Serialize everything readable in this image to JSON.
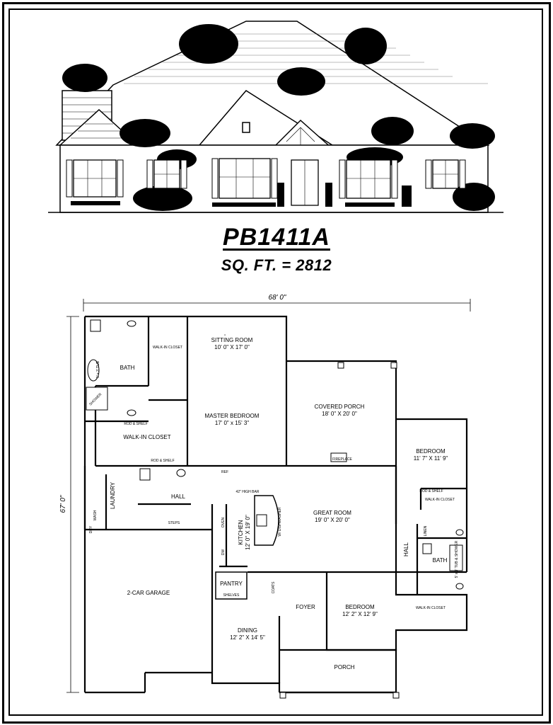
{
  "plan": {
    "name": "PB1411A",
    "sqft": "SQ. FT. = 2812",
    "width_dimension": "68' 0\"",
    "depth_dimension": "67' 0\""
  },
  "rooms": {
    "sitting_room": {
      "name": "SITTING ROOM",
      "size": "10' 0\" X 17' 0\""
    },
    "master_bedroom": {
      "name": "MASTER BEDROOM",
      "size": "17' 0\" x 15' 3\""
    },
    "covered_porch": {
      "name": "COVERED PORCH",
      "size": "18' 0\" X 20' 0\""
    },
    "bedroom_upper": {
      "name": "BEDROOM",
      "size": "11' 7\" X 11' 9\""
    },
    "great_room": {
      "name": "GREAT ROOM",
      "size": "19' 0\" X 20' 0\""
    },
    "kitchen": {
      "name": "KITCHEN",
      "size": "12' 0\" X 19' 0\""
    },
    "garage": {
      "name": "2-CAR GARAGE"
    },
    "dining": {
      "name": "DINING",
      "size": "12' 2\" X 14' 5\""
    },
    "foyer": {
      "name": "FOYER"
    },
    "bedroom_lower": {
      "name": "BEDROOM",
      "size": "12' 2\" X 12' 9\""
    },
    "porch": {
      "name": "PORCH"
    },
    "bath_master": {
      "name": "BATH"
    },
    "bath_hall": {
      "name": "BATH"
    },
    "hall_main": {
      "name": "HALL"
    },
    "hall_right": {
      "name": "HALL"
    },
    "laundry": {
      "name": "LAUNDRY"
    },
    "pantry": {
      "name": "PANTRY"
    }
  },
  "labels": {
    "walkin_closet": "WALK-IN CLOSET",
    "fireplace": "FIREPLACE",
    "rod_shelf": "ROD & SHELF",
    "shelves": "SHELVES",
    "bar": "42\" HIGH BAR",
    "island": "W/ DISHWASHER",
    "ref": "REF",
    "coats": "COATS",
    "linen": "LINEN",
    "tub": "5' x 3' TUB",
    "tub_shower": "5' x 3' TUB & SHOWER",
    "shower": "SHOWER",
    "wash": "WASH",
    "dry": "DRY",
    "oven": "OVEN",
    "dw": "DW",
    "steps": "STEPS"
  }
}
